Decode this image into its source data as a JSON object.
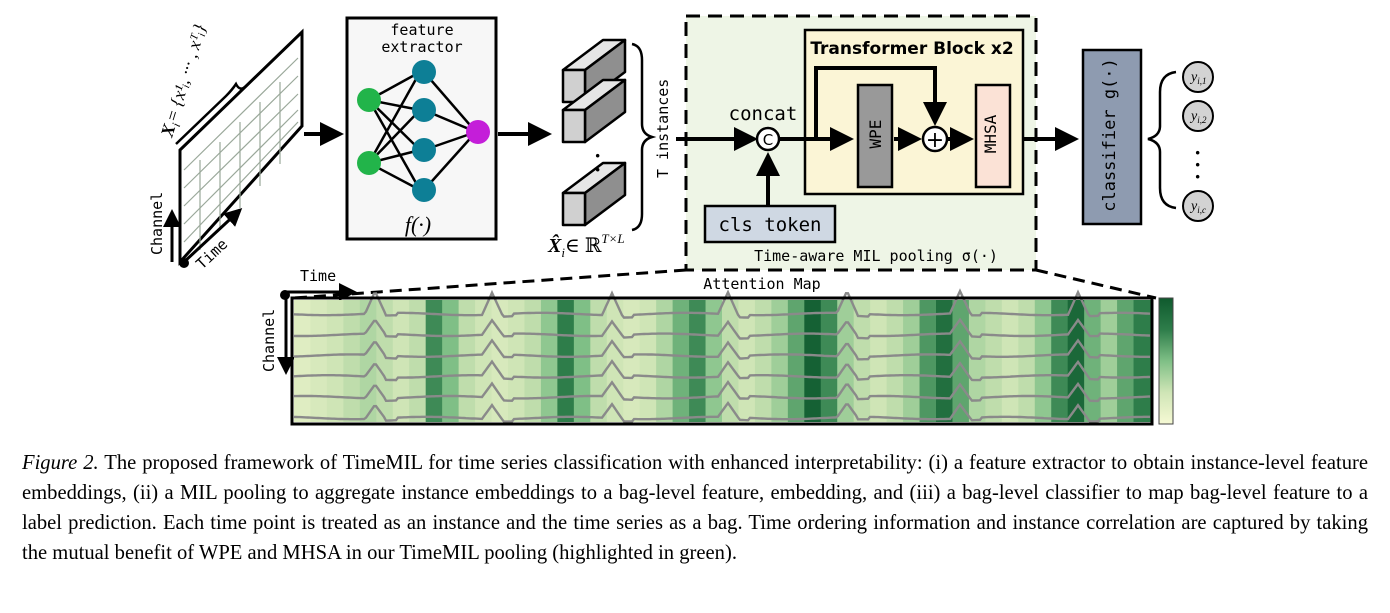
{
  "figure": {
    "input": {
      "bag_symbol": "X",
      "bag_subscript": "i",
      "bag_rhs": "= {x¹ᵢ, ··· , xᵀᵢ}",
      "axis_channel": "Channel",
      "axis_time": "Time"
    },
    "feature_extractor": {
      "title_line1": "feature",
      "title_line2": "extractor",
      "function_label": "f(·)"
    },
    "instances": {
      "label": "T instances",
      "dots": "·",
      "embedding_symbol": "X̂",
      "embedding_subscript": "i",
      "embedding_rhs": "∈ ℝ",
      "embedding_sup": "T×L"
    },
    "pooling": {
      "concat_label": "concat",
      "concat_symbol": "C",
      "cls_token_label": "cls token",
      "transformer_label": "Transformer Block x2",
      "wpe_label": "WPE",
      "mhsa_label": "MHSA",
      "plus_symbol": "+",
      "caption": "Time-aware MIL pooling σ(·)",
      "highlight_color": "#eef5e6"
    },
    "classifier": {
      "label": "classifier g(·)",
      "outputs": [
        "y",
        "y",
        "y"
      ],
      "output_subscripts": [
        "i,1",
        "i,2",
        "i,c"
      ],
      "vdots": "·"
    },
    "attention_map": {
      "title": "Attention Map",
      "axis_time": "Time",
      "axis_channel": "Channel",
      "colormap": [
        "#f6f9d4",
        "#cfe5b6",
        "#7fbf86",
        "#2e7d4a",
        "#0f5a2e"
      ],
      "column_weights": [
        0.15,
        0.2,
        0.25,
        0.3,
        0.35,
        0.3,
        0.25,
        0.3,
        0.7,
        0.5,
        0.3,
        0.25,
        0.2,
        0.25,
        0.3,
        0.45,
        0.75,
        0.5,
        0.3,
        0.25,
        0.2,
        0.25,
        0.35,
        0.55,
        0.7,
        0.45,
        0.3,
        0.25,
        0.3,
        0.4,
        0.6,
        0.95,
        0.7,
        0.4,
        0.3,
        0.25,
        0.3,
        0.4,
        0.65,
        0.85,
        0.6,
        0.35,
        0.3,
        0.25,
        0.3,
        0.45,
        0.7,
        0.9,
        0.55,
        0.4,
        0.6,
        0.75
      ]
    }
  },
  "caption": {
    "label": "Figure 2.",
    "text": "The proposed framework of TimeMIL for time series classification with enhanced interpretability: (i) a feature extractor to obtain instance-level feature embeddings, (ii) a MIL pooling to aggregate instance embeddings to a bag-level feature, embedding, and (iii) a bag-level classifier to map bag-level feature to a label prediction. Each time point is treated as an instance and the time series as a bag. Time ordering information and instance correlation are captured by taking the mutual benefit of WPE and MHSA in our TimeMIL pooling (highlighted in green)."
  }
}
